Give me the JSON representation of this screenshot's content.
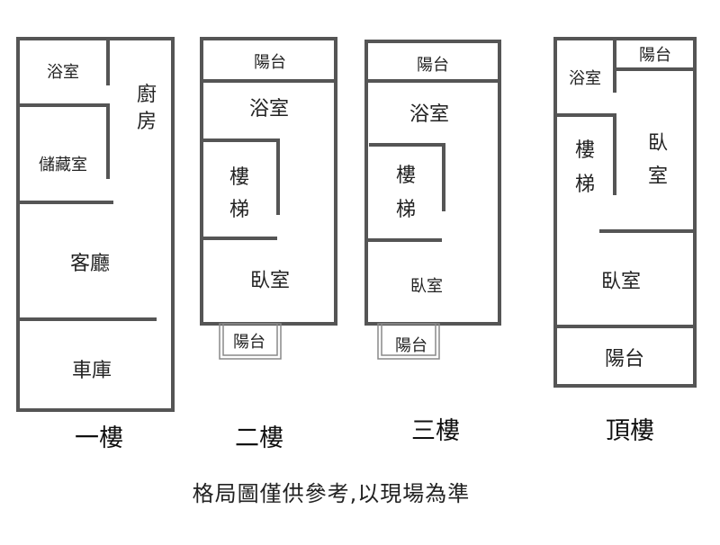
{
  "floors": {
    "f1": {
      "label": "一樓",
      "rooms": {
        "bath": "浴室",
        "kitchen": "廚房",
        "storage": "儲藏室",
        "living": "客廳",
        "garage": "車庫"
      }
    },
    "f2": {
      "label": "二樓",
      "rooms": {
        "balcony_top": "陽台",
        "bath": "浴室",
        "stair_a": "樓",
        "stair_b": "梯",
        "bedroom": "臥室",
        "balcony_bottom": "陽台"
      }
    },
    "f3": {
      "label": "三樓",
      "rooms": {
        "balcony_top": "陽台",
        "bath": "浴室",
        "stair_a": "樓",
        "stair_b": "梯",
        "bedroom": "臥室",
        "balcony_bottom": "陽台"
      }
    },
    "roof": {
      "label": "頂樓",
      "rooms": {
        "bath": "浴室",
        "balcony_small": "陽台",
        "stair_a": "樓",
        "stair_b": "梯",
        "bedroom1_a": "臥",
        "bedroom1_b": "室",
        "bedroom2": "臥室",
        "balcony": "陽台"
      }
    }
  },
  "disclaimer": "格局圖僅供參考,以現場為準"
}
